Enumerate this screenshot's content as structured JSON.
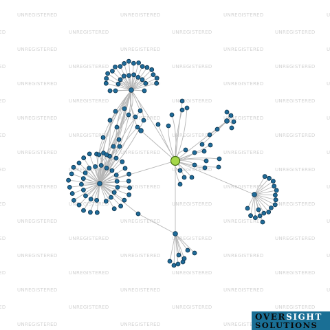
{
  "watermark": {
    "text": "UNREGISTERED",
    "color": "#d2d2d2"
  },
  "logo": {
    "word1_dark": "OVER",
    "word1_light": "SIGHT",
    "word2": "SOLUTIONS",
    "background": "#1a6f95"
  },
  "graph": {
    "node_color": "#1f6b99",
    "center_node_color": "#a6d84a",
    "edge_color": "#b5b5b5"
  }
}
